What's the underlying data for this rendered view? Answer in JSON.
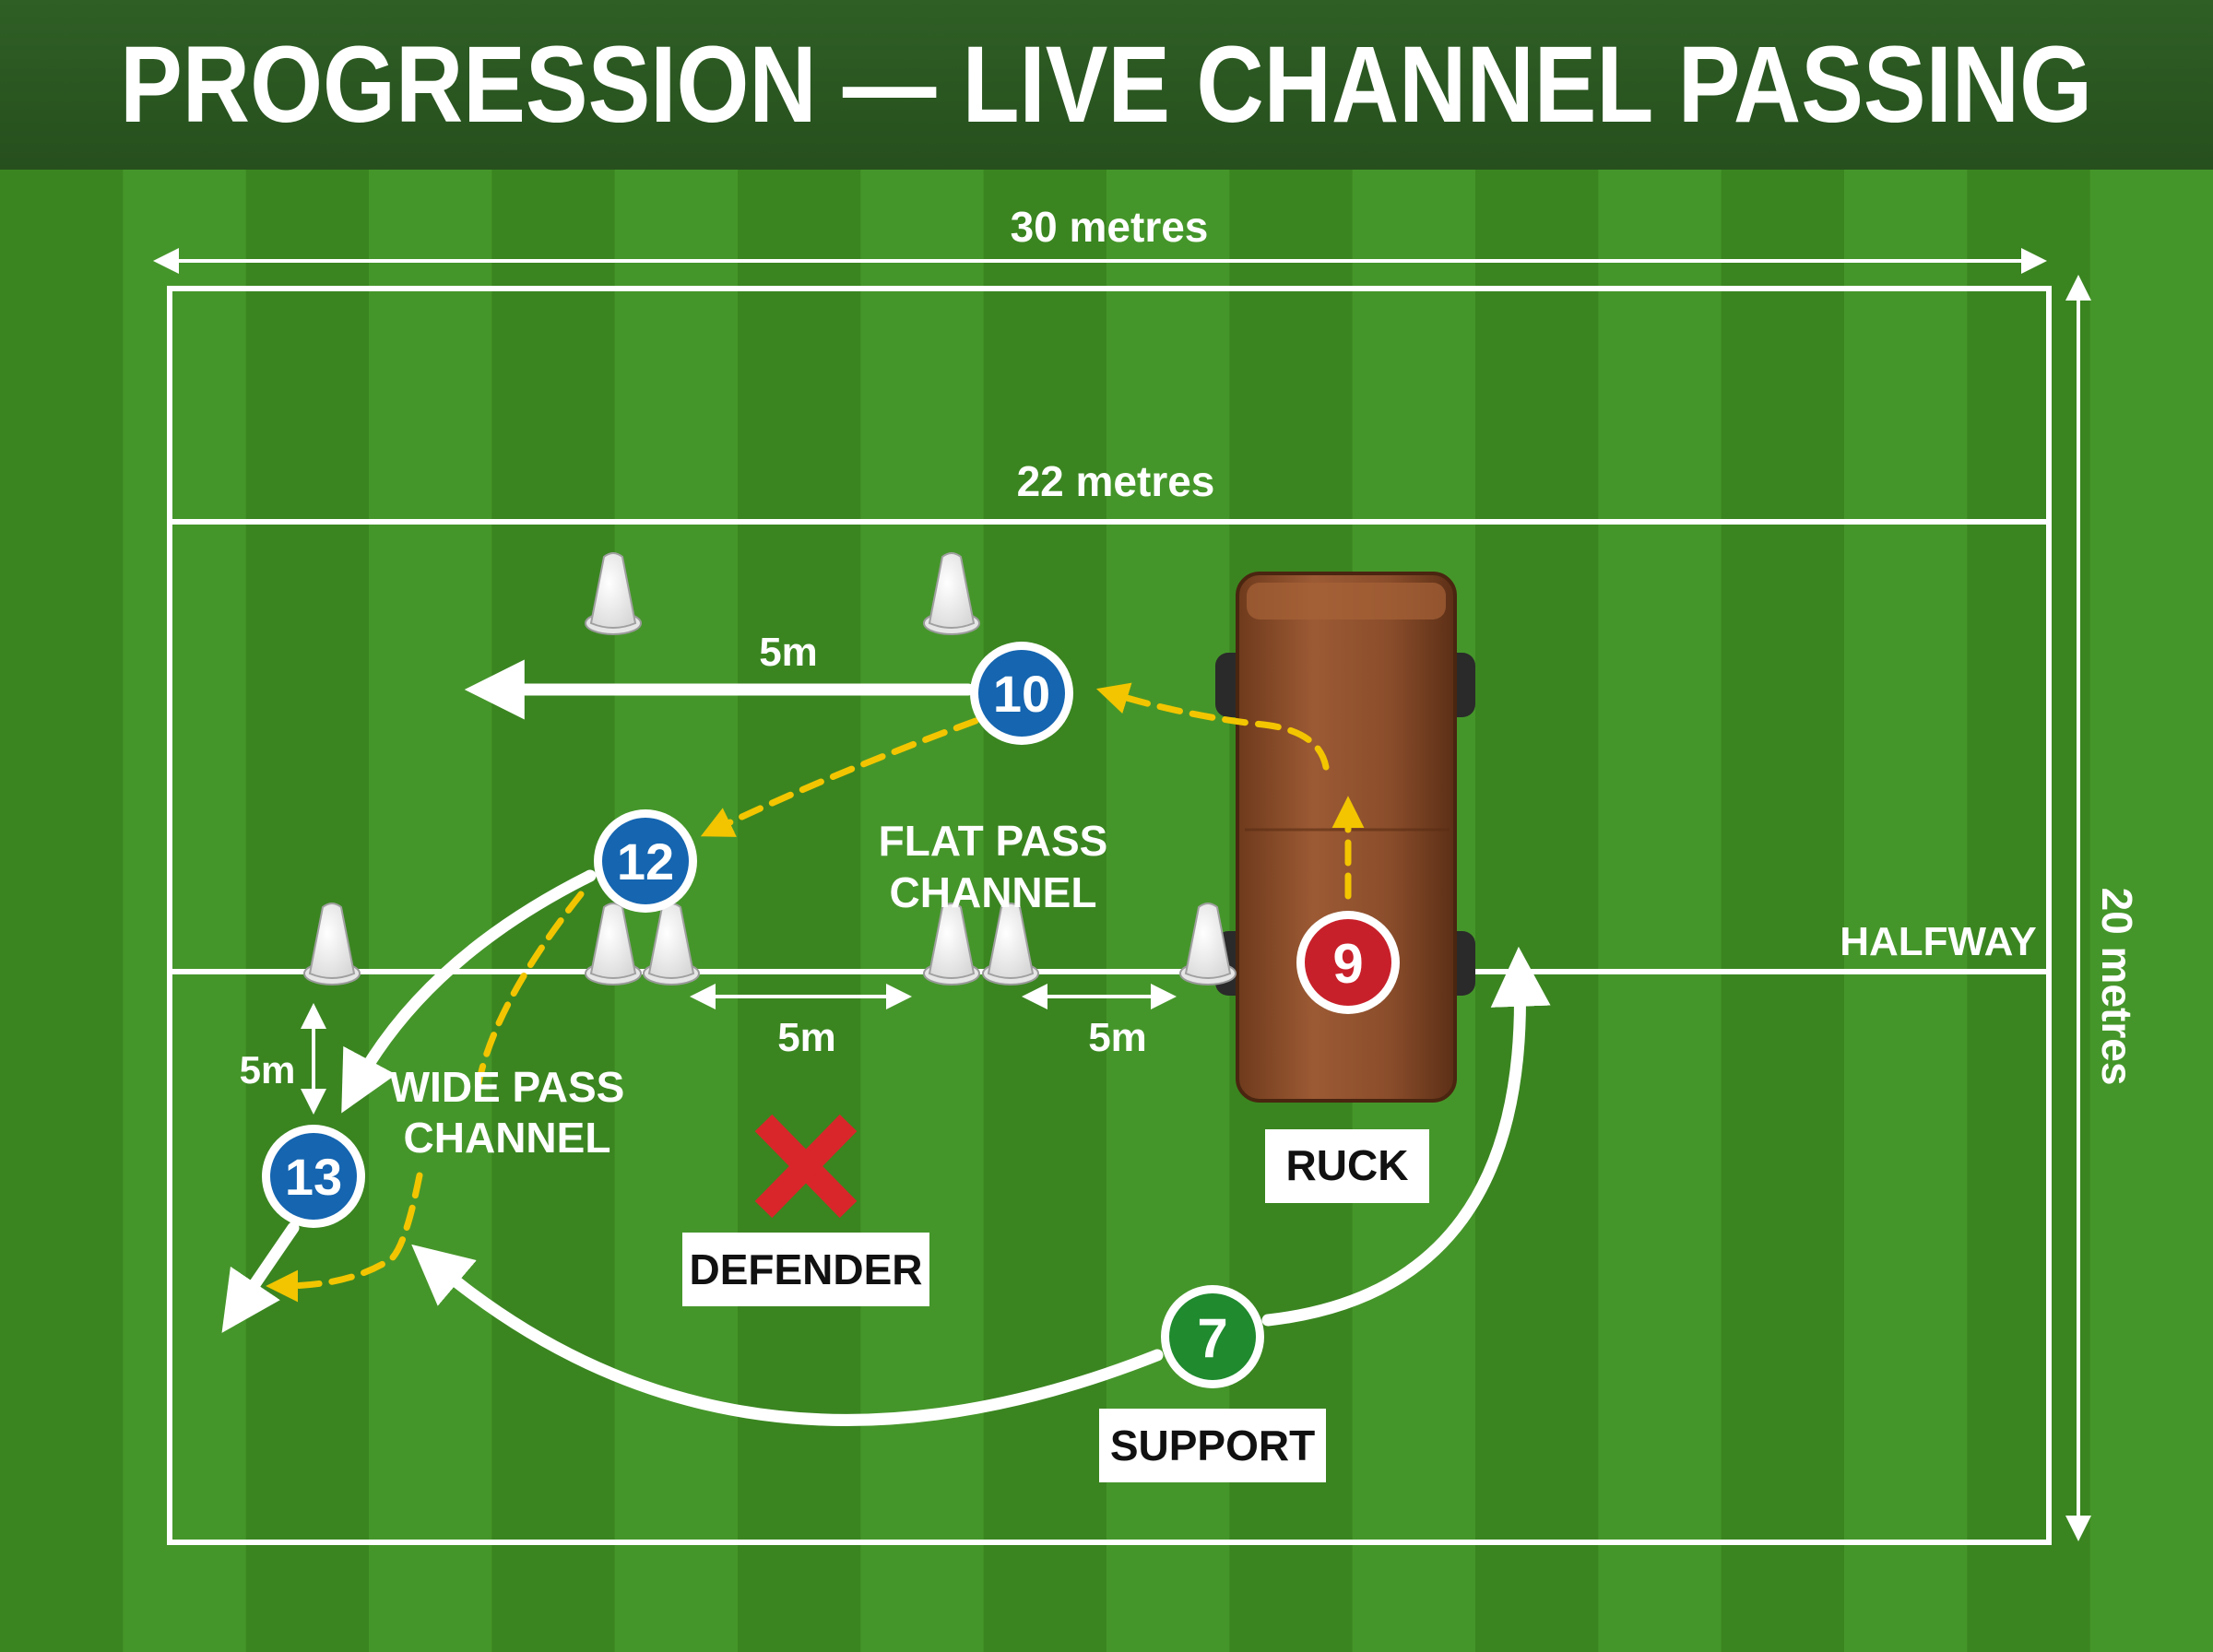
{
  "title": "PROGRESSION — LIVE CHANNEL PASSING",
  "field": {
    "width_label": "30 metres",
    "height_label": "20 metres",
    "line_22": "22 metres",
    "halfway": "HALFWAY",
    "colors": {
      "grass_dark": "#3a8520",
      "grass_light": "#45962a",
      "lines": "#ffffff"
    }
  },
  "channels": {
    "flat": [
      "FLAT PASS",
      "CHANNEL"
    ],
    "wide": [
      "WIDE PASS",
      "CHANNEL"
    ]
  },
  "distances": {
    "run_10": "5m",
    "cone_gap_1": "5m",
    "cone_gap_2": "5m",
    "vertical": "5m"
  },
  "players": {
    "p9": {
      "number": "9",
      "color": "#c8202a"
    },
    "p10": {
      "number": "10",
      "color": "#1565b0"
    },
    "p12": {
      "number": "12",
      "color": "#1565b0"
    },
    "p13": {
      "number": "13",
      "color": "#1565b0"
    },
    "p7": {
      "number": "7",
      "color": "#1f8a2e"
    }
  },
  "labels": {
    "ruck": "RUCK",
    "defender": "DEFENDER",
    "support": "SUPPORT"
  },
  "icons": {
    "defender": "x-mark-icon",
    "cone": "cone-icon",
    "tackle_bag": "tackle-bag-icon"
  },
  "pass_color": "#f2c500"
}
